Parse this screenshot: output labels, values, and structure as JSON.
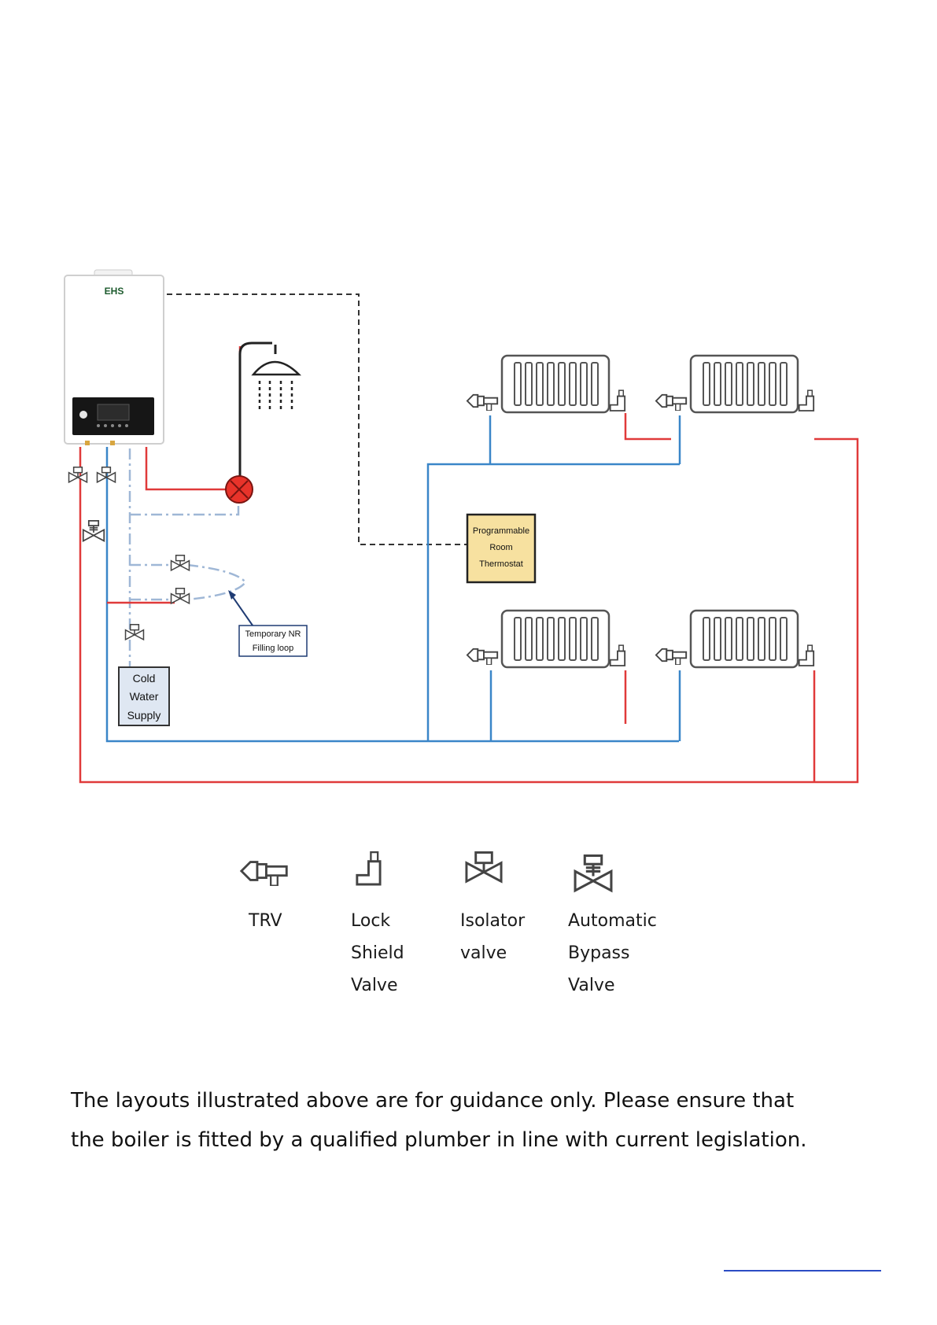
{
  "boiler": {
    "brand": "EHS"
  },
  "labels": {
    "thermostat": [
      "Programmable",
      "Room",
      "Thermostat"
    ],
    "filling_loop": [
      "Temporary NR",
      "Filling loop"
    ],
    "cold_water": [
      "Cold",
      "Water",
      "Supply"
    ]
  },
  "legend": [
    {
      "icon": "trv-icon",
      "lines": [
        "TRV"
      ]
    },
    {
      "icon": "lock-shield-valve-icon",
      "lines": [
        "Lock",
        "Shield",
        "Valve"
      ]
    },
    {
      "icon": "isolator-valve-icon",
      "lines": [
        "Isolator",
        "valve"
      ]
    },
    {
      "icon": "automatic-bypass-valve-icon",
      "lines": [
        "Automatic",
        "Bypass",
        "Valve"
      ]
    }
  ],
  "footnote": [
    "The layouts illustrated above are for guidance only. Please ensure that",
    "the boiler is fitted by a qualified plumber in line with current legislation."
  ],
  "colors": {
    "flow": "#e03a3a",
    "return": "#3a86c8",
    "cold": "#9fb7d6",
    "control": "#333333",
    "thermostat_fill": "#f7e1a0",
    "cold_box_fill": "#dfe7f2",
    "pump": "#e8332a"
  }
}
